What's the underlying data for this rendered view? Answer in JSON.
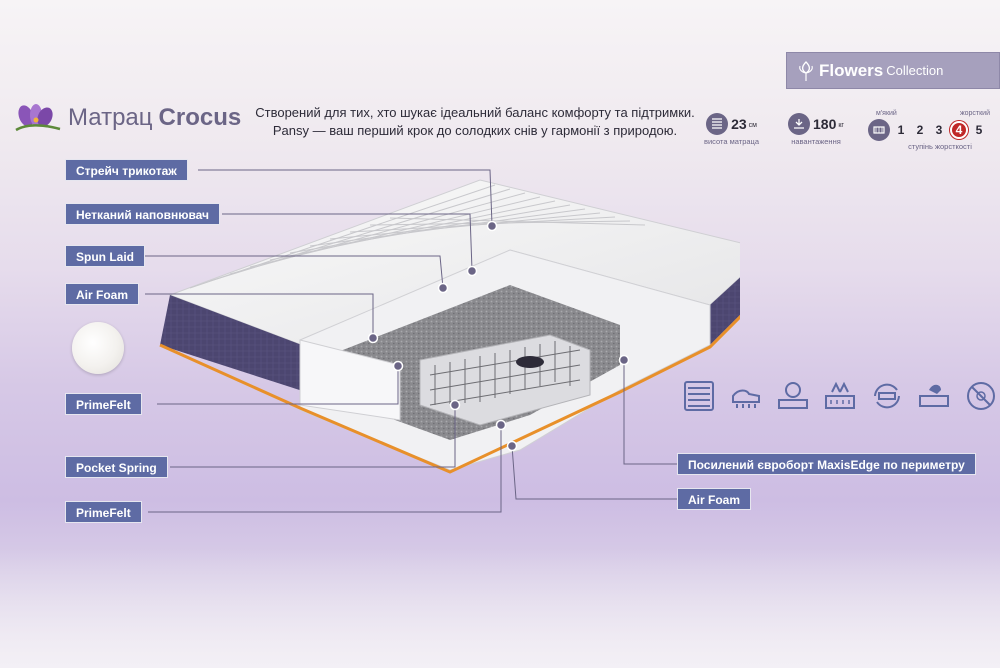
{
  "brand": {
    "name_bold": "Flowers",
    "name_light": "Collection",
    "icon": "flower-icon"
  },
  "product": {
    "prefix": "Матрац",
    "name": "Crocus",
    "logo_icon": "crocus-flower-icon"
  },
  "description": {
    "line1": "Створений для тих, хто шукає ідеальний баланс комфорту та підтримки.",
    "line2": "Pansy — ваш перший крок до солодких снів у гармонії з природою."
  },
  "specs": {
    "height": {
      "value": "23",
      "unit": "см",
      "caption": "висота матраца",
      "icon": "height-icon"
    },
    "load": {
      "value": "180",
      "unit": "кг",
      "caption": "навантаження",
      "icon": "weight-icon"
    },
    "firmness": {
      "soft_label": "м'який",
      "hard_label": "жорсткий",
      "levels": [
        "1",
        "2",
        "3",
        "4",
        "5"
      ],
      "selected": "4",
      "caption": "ступінь жорсткості",
      "icon": "firmness-icon"
    }
  },
  "layers": {
    "stretch_knit": "Стрейч трикотаж",
    "nonwoven": "Нетканий наповнювач",
    "spun_laid": "Spun Laid",
    "air_foam_top": "Air Foam",
    "primefelt_top": "PrimeFelt",
    "pocket_spring": "Pocket Spring",
    "primefelt_bottom": "PrimeFelt",
    "euroboard": "Посилений євроборт MaxisEdge по периметру",
    "air_foam_bottom": "Air Foam"
  },
  "features": [
    "zoned-springs-icon",
    "orthopedic-support-icon",
    "hypoallergenic-icon",
    "breathable-icon",
    "two-sided-icon",
    "removable-cover-icon",
    "antibacterial-icon"
  ],
  "colors": {
    "label_bg": "#5e6ba4",
    "accent": "#6b6586",
    "selected_firmness": "#c02828",
    "edge_orange": "#e8902a",
    "side_fabric": "#4c4670"
  }
}
